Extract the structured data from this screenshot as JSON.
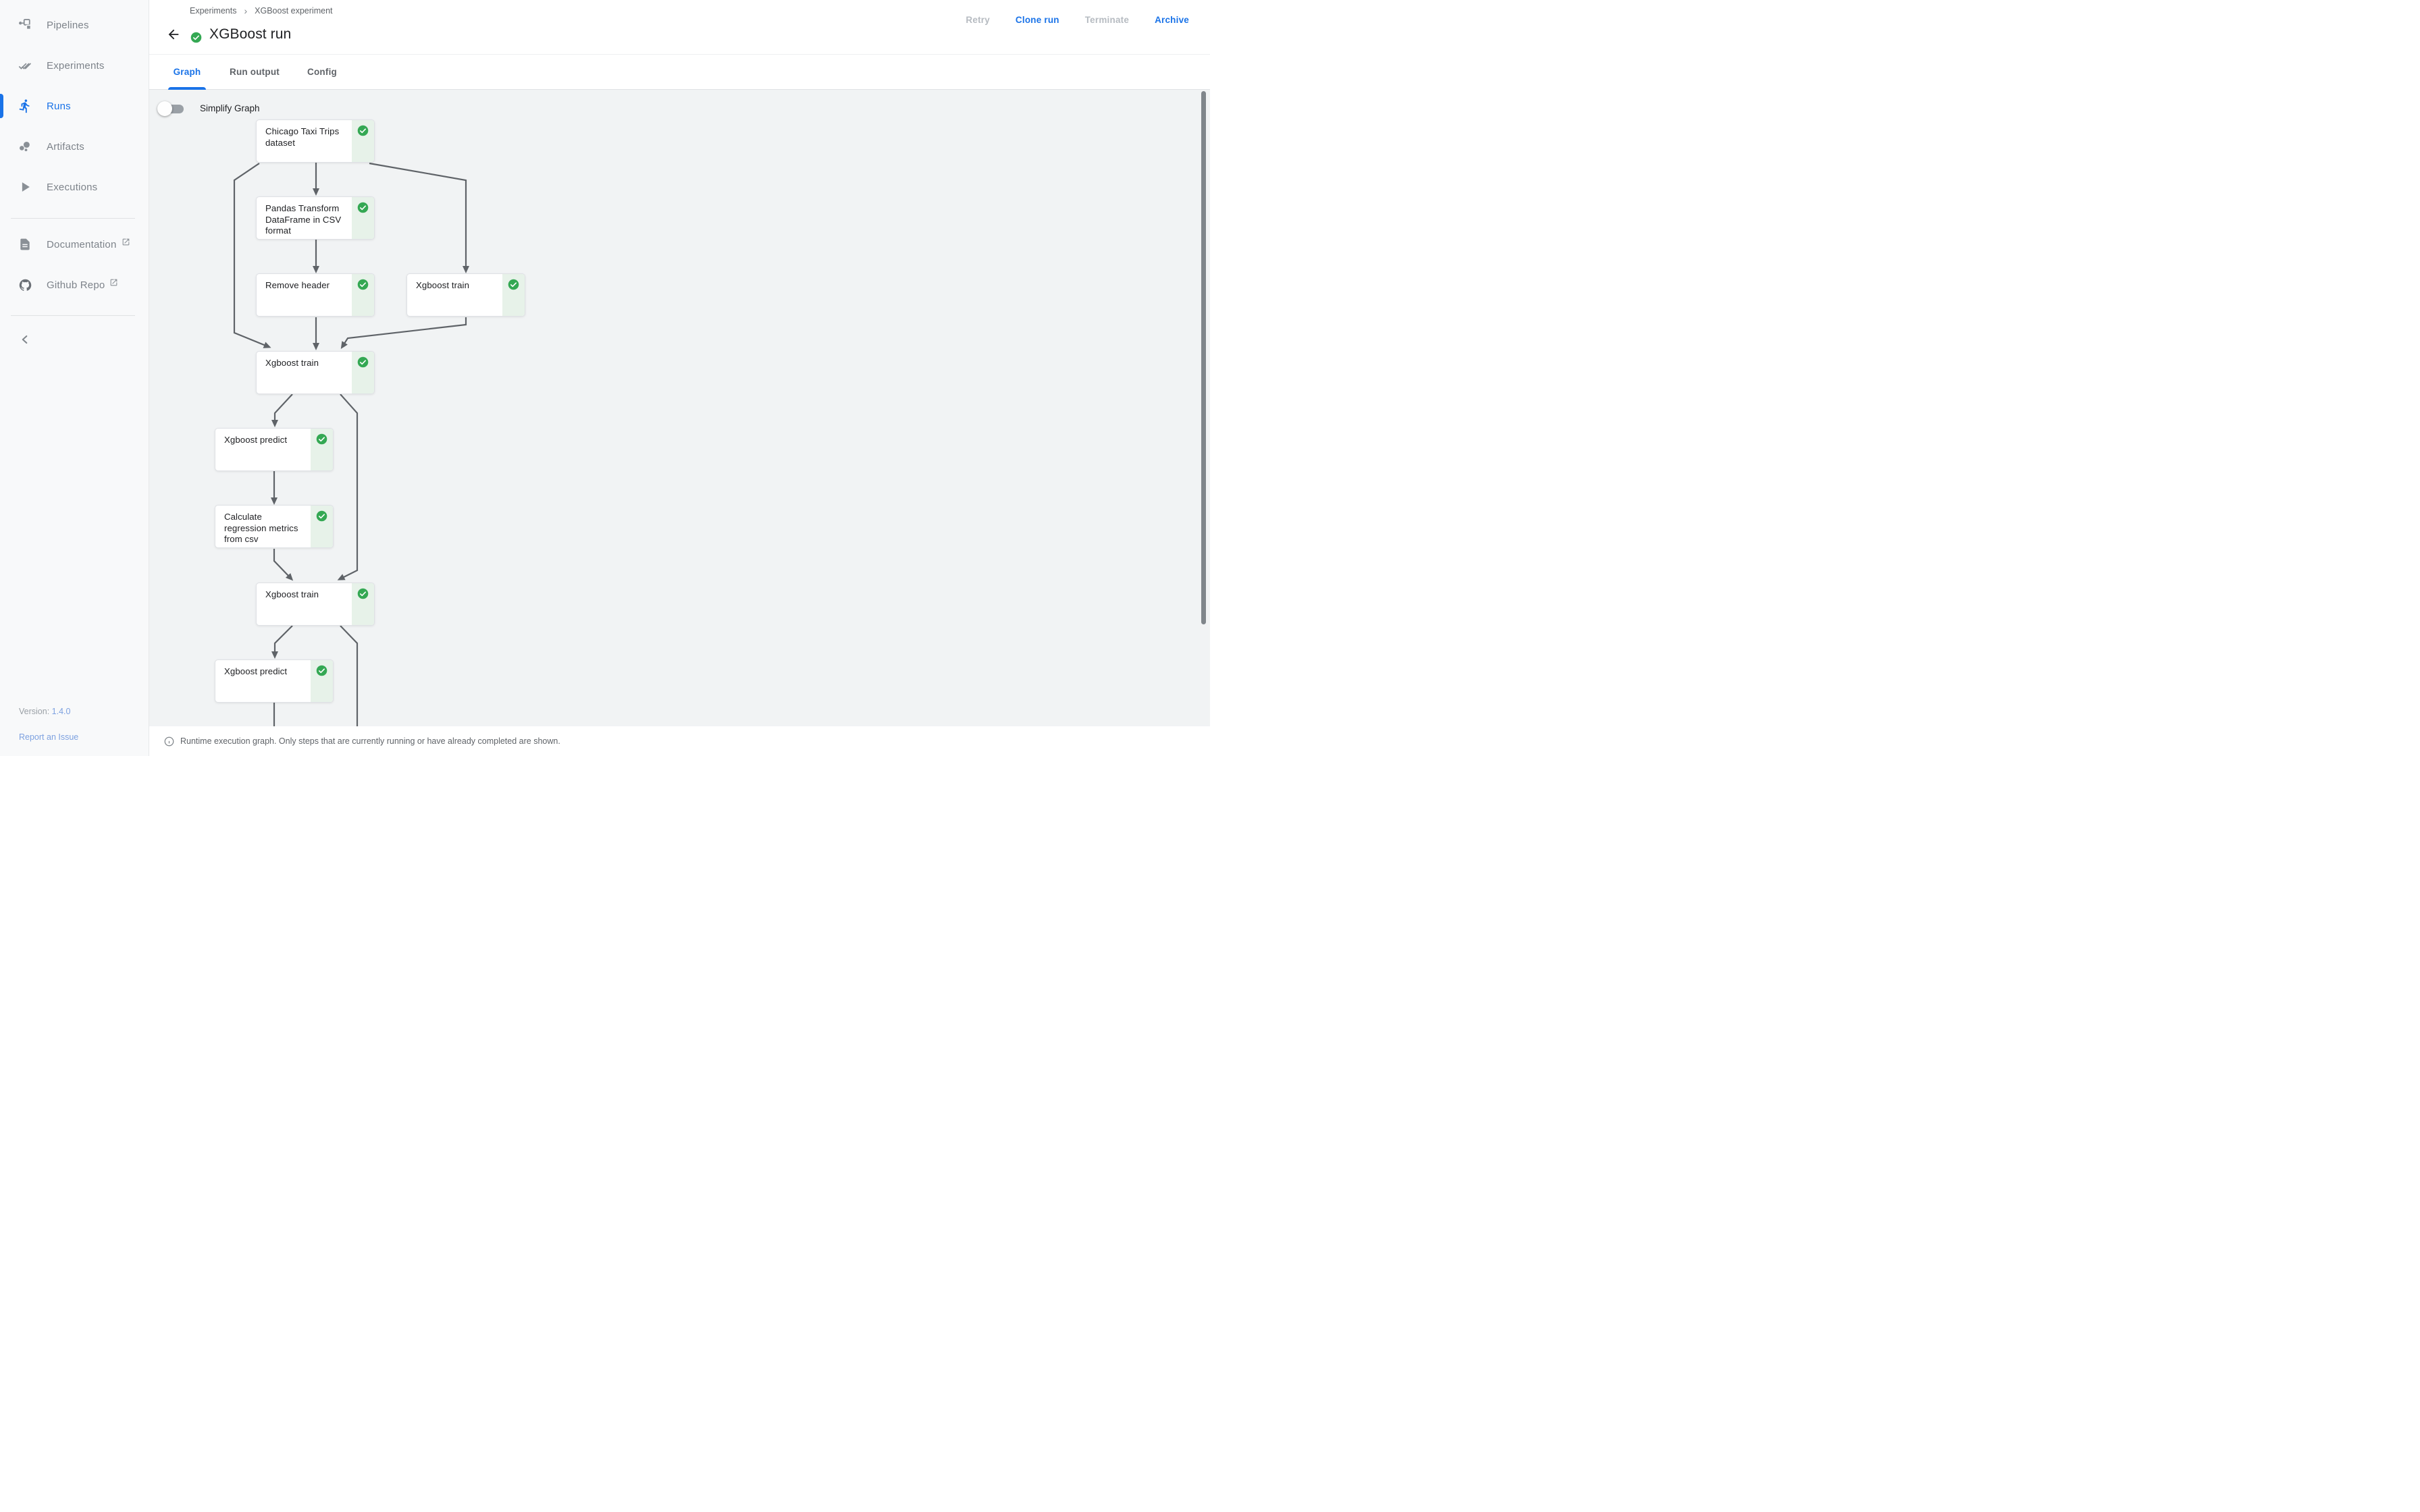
{
  "sidebar": {
    "items": [
      {
        "label": "Pipelines",
        "icon": "pipelines-icon",
        "active": false
      },
      {
        "label": "Experiments",
        "icon": "experiments-icon",
        "active": false
      },
      {
        "label": "Runs",
        "icon": "runs-icon",
        "active": true
      },
      {
        "label": "Artifacts",
        "icon": "artifacts-icon",
        "active": false
      },
      {
        "label": "Executions",
        "icon": "executions-icon",
        "active": false
      }
    ],
    "links": [
      {
        "label": "Documentation",
        "icon": "document-icon",
        "external": true
      },
      {
        "label": "Github Repo",
        "icon": "github-icon",
        "external": true
      }
    ],
    "version_label": "Version:",
    "version": "1.4.0",
    "report_issue": "Report an Issue"
  },
  "header": {
    "breadcrumb": {
      "items": [
        "Experiments",
        "XGBoost experiment"
      ],
      "separator": "›"
    },
    "title": "XGBoost run",
    "status": "succeeded",
    "actions": [
      {
        "label": "Retry",
        "enabled": false
      },
      {
        "label": "Clone run",
        "enabled": true
      },
      {
        "label": "Terminate",
        "enabled": false
      },
      {
        "label": "Archive",
        "enabled": true
      }
    ]
  },
  "tabs": {
    "items": [
      "Graph",
      "Run output",
      "Config"
    ],
    "active": "Graph"
  },
  "graph": {
    "simplify_toggle": {
      "label": "Simplify Graph",
      "state": "off"
    },
    "nodes": [
      {
        "label": "Chicago Taxi Trips\ndataset",
        "status": "succeeded"
      },
      {
        "label": "Pandas Transform\nDataFrame in CSV\nformat",
        "status": "succeeded"
      },
      {
        "label": "Remove header",
        "status": "succeeded"
      },
      {
        "label": "Xgboost train",
        "status": "succeeded"
      },
      {
        "label": "Xgboost train",
        "status": "succeeded"
      },
      {
        "label": "Xgboost predict",
        "status": "succeeded"
      },
      {
        "label": "Calculate\nregression metrics\nfrom csv",
        "status": "succeeded"
      },
      {
        "label": "Xgboost train",
        "status": "succeeded"
      },
      {
        "label": "Xgboost predict",
        "status": "succeeded"
      }
    ],
    "footer_note": "Runtime execution graph. Only steps that are currently running or have already completed are shown."
  },
  "colors": {
    "accent": "#1a73e8",
    "success": "#34a853",
    "success_bg": "#e7f2e9",
    "edge": "#5f6368",
    "graph_bg": "#f1f3f4"
  }
}
